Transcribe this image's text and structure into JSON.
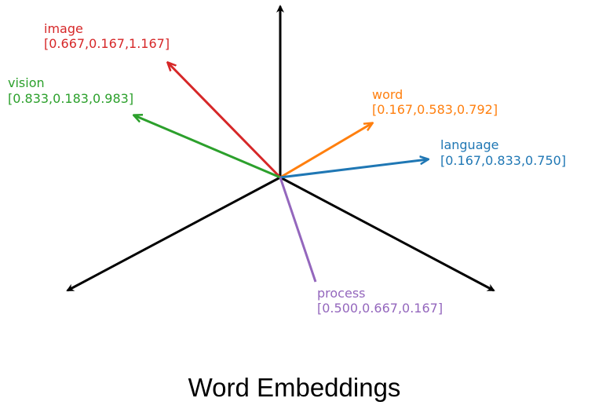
{
  "title": "Word Embeddings",
  "axis_color": "#000000",
  "vectors": [
    {
      "id": "image",
      "name": "image",
      "coords": "[0.667,0.167,1.167]",
      "color": "#d62728"
    },
    {
      "id": "vision",
      "name": "vision",
      "coords": "[0.833,0.183,0.983]",
      "color": "#2ca02c"
    },
    {
      "id": "word",
      "name": "word",
      "coords": "[0.167,0.583,0.792]",
      "color": "#ff7f0e"
    },
    {
      "id": "language",
      "name": "language",
      "coords": "[0.167,0.833,0.750]",
      "color": "#1f77b4"
    },
    {
      "id": "process",
      "name": "process",
      "coords": "[0.500,0.667,0.167]",
      "color": "#9467bd"
    }
  ]
}
